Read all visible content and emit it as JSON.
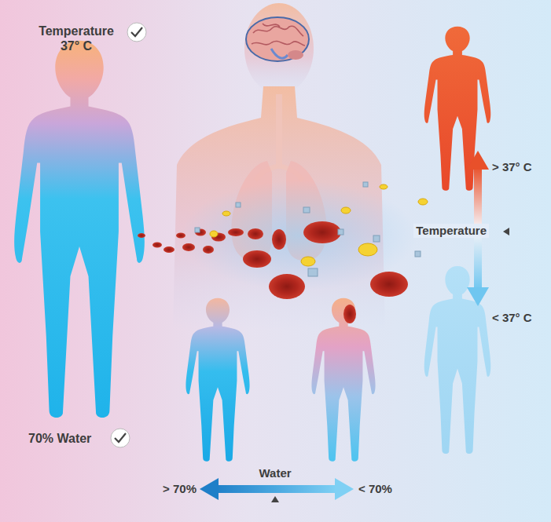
{
  "diagram": {
    "labels": [
      "Temperature 37° C",
      "70% Water",
      "> 37° C",
      "Temperature",
      "< 37° C",
      "Water",
      "> 70%",
      "< 70%"
    ]
  }
}
